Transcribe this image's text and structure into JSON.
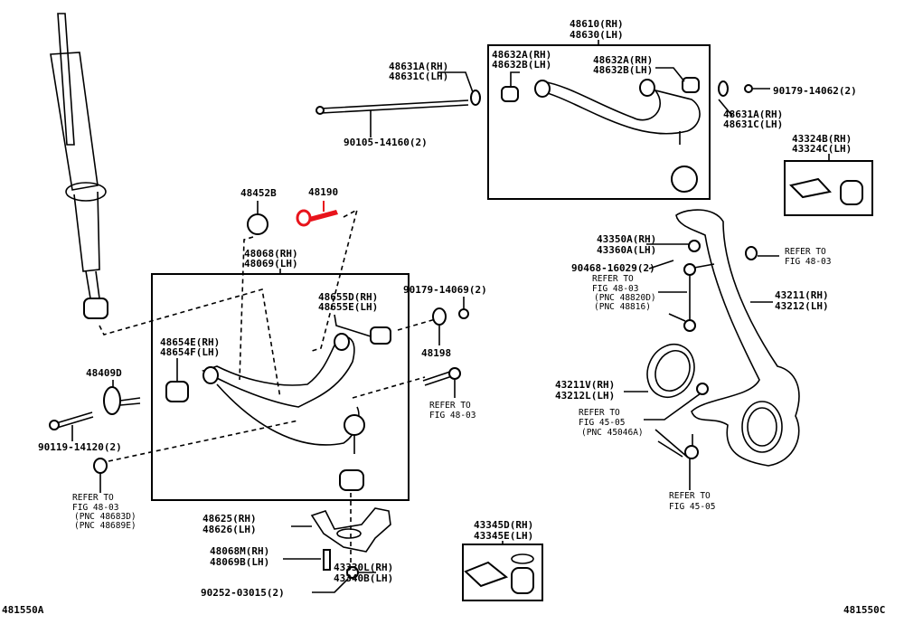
{
  "diagram": {
    "highlight_color": "#e8141c",
    "labels": {
      "upper_arm": [
        "48610(RH)",
        "48630(LH)"
      ],
      "upper_bush_left": [
        "48632A(RH)",
        "48632B(LH)"
      ],
      "upper_bush_right": [
        "48632A(RH)",
        "48632B(LH)"
      ],
      "upper_washer_left": [
        "48631A(RH)",
        "48631C(LH)"
      ],
      "upper_nut": "90179-14062(2)",
      "upper_washer_right": [
        "48631A(RH)",
        "48631C(LH)"
      ],
      "boot_kit_upper": [
        "43324B(RH)",
        "43324C(LH)"
      ],
      "upper_bolt": "90105-14160(2)",
      "cam_plate": "48452B",
      "cam_bolt": "48190",
      "lower_arm": [
        "48068(RH)",
        "48069(LH)"
      ],
      "lower_bush_rear": [
        "48655D(RH)",
        "48655E(LH)"
      ],
      "lower_nut": "90179-14069(2)",
      "lower_plate": "48198",
      "lower_bush_front": [
        "48654E(RH)",
        "48654F(LH)"
      ],
      "cam_washer": "48409D",
      "lower_bolt": "90119-14120(2)",
      "ball_joint": [
        "48625(RH)",
        "48626(LH)"
      ],
      "ball_joint_bolt": [
        "48068M(RH)",
        "48069B(LH)"
      ],
      "ball_joint_nut": [
        "43330L(RH)",
        "43340B(LH)"
      ],
      "cotter_pin": "90252-03015(2)",
      "boot_kit_lower": [
        "43345D(RH)",
        "43345E(LH)"
      ],
      "knuckle_nut": [
        "43350A(RH)",
        "43360A(LH)"
      ],
      "knuckle_pin": "90468-16029(2)",
      "knuckle": [
        "43211(RH)",
        "43212(LH)"
      ],
      "dust_cover": [
        "43211V(RH)",
        "43212L(LH)"
      ]
    },
    "refs": {
      "lower_bolt_ref": [
        "REFER TO",
        "FIG 48-03"
      ],
      "stab_nut_ref": [
        "REFER TO",
        "FIG 48-03",
        "(PNC 48683D)",
        "(PNC 48689E)"
      ],
      "stab_link_ref": [
        "REFER TO",
        "FIG 48-03",
        "(PNC 48820D)",
        "(PNC 48816)"
      ],
      "knuckle_bolt_ref": [
        "REFER TO",
        "FIG 48-03"
      ],
      "hub_ref": [
        "REFER TO",
        "FIG 45-05",
        "(PNC 45046A)"
      ],
      "tie_rod_ref": [
        "REFER TO",
        "FIG 45-05"
      ]
    },
    "codes": {
      "left": "481550A",
      "right": "481550C"
    }
  }
}
